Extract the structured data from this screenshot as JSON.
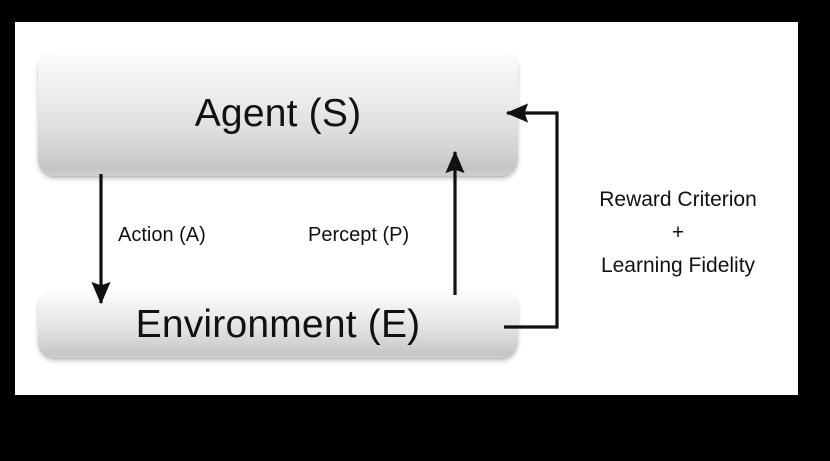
{
  "figure": {
    "type": "diagram",
    "title": "Agent-Environment interaction loop",
    "canvas_background": "#ffffff",
    "outer_background": "#000000"
  },
  "nodes": [
    {
      "id": "agent",
      "label": "Agent (S)",
      "shape": "rounded-rectangle"
    },
    {
      "id": "environment",
      "label": "Environment (E)",
      "shape": "rounded-rectangle"
    }
  ],
  "edges": [
    {
      "id": "action",
      "label": "Action (A)",
      "from": "agent",
      "to": "environment",
      "direction": "down"
    },
    {
      "id": "percept",
      "label": "Percept (P)",
      "from": "environment",
      "to": "agent",
      "direction": "up"
    },
    {
      "id": "feedback",
      "label": "",
      "from": "environment",
      "to": "agent",
      "direction": "right-up-left"
    }
  ],
  "annotation": {
    "line1": "Reward Criterion",
    "line2": "+",
    "line3": "Learning Fidelity"
  },
  "colors": {
    "stroke": "#111111",
    "box_gradient_top": "#fdfdfd",
    "box_gradient_bottom": "#c6c6c6",
    "text": "#111111"
  }
}
